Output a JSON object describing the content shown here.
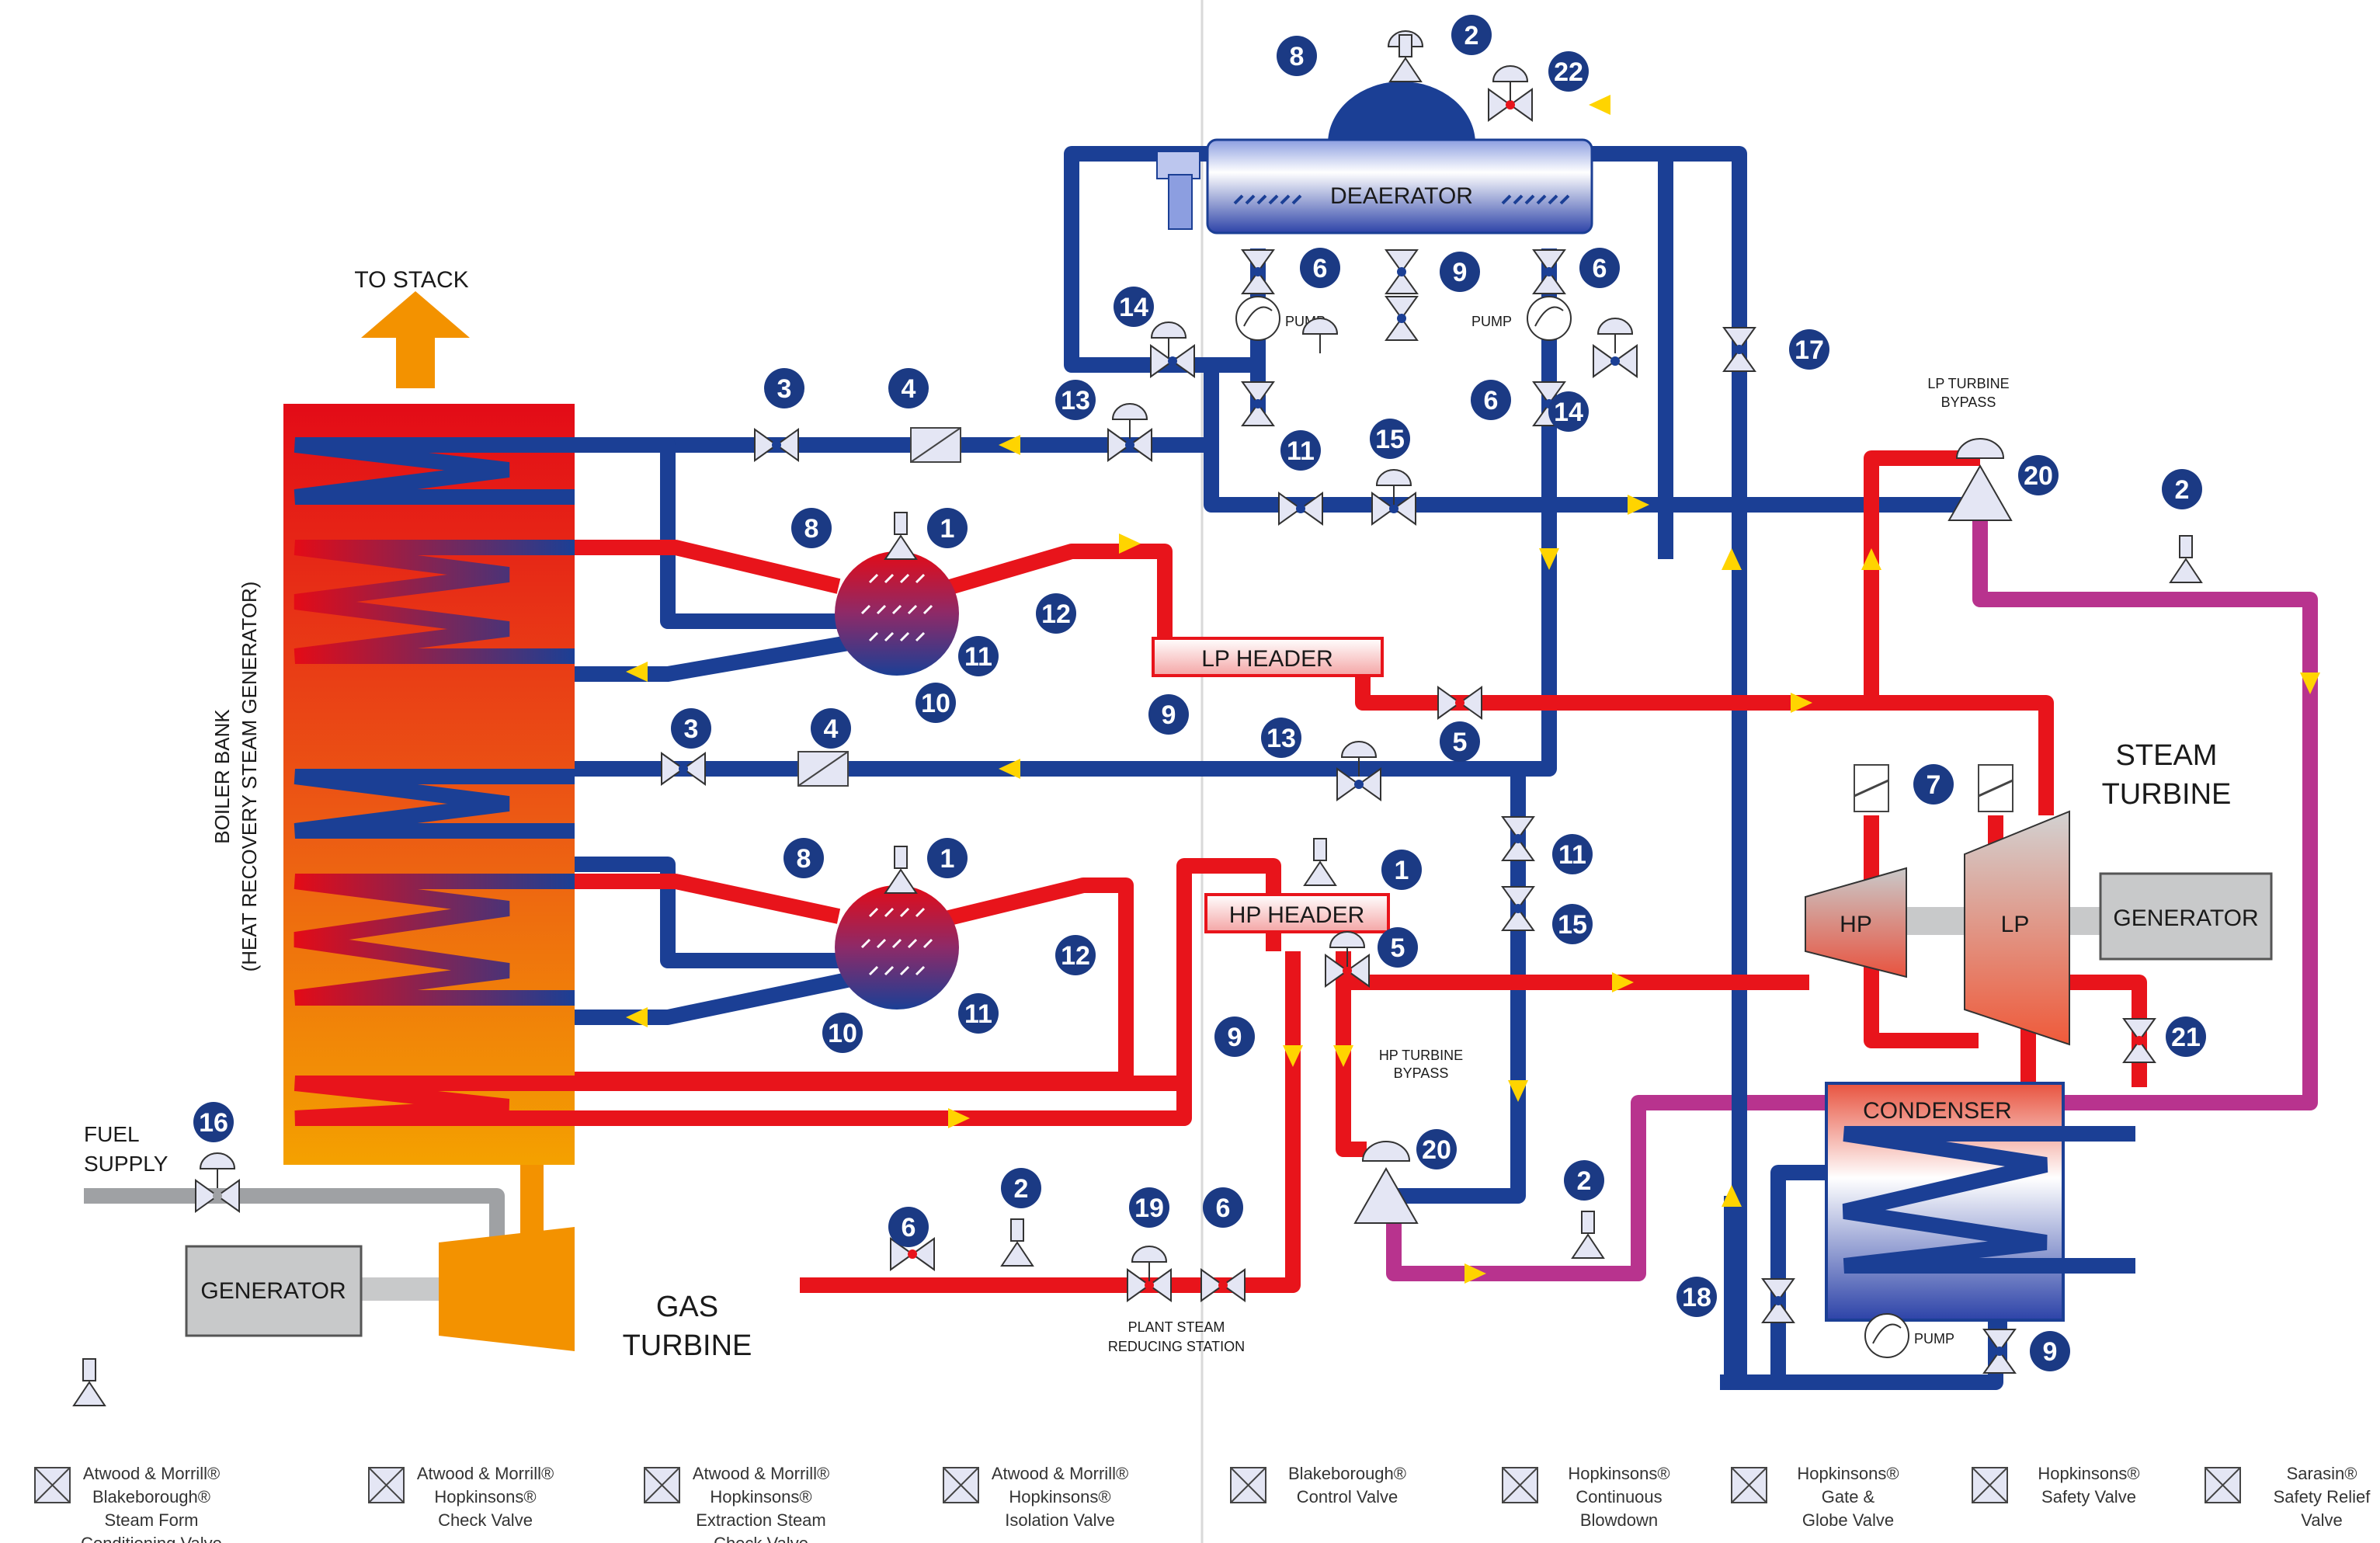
{
  "labels": {
    "to_stack": "TO STACK",
    "boiler_bank_1": "BOILER BANK",
    "boiler_bank_2": "(HEAT RECOVERY STEAM GENERATOR)",
    "fuel_1": "FUEL",
    "fuel_2": "SUPPLY",
    "generator_gas": "GENERATOR",
    "gas_turbine_1": "GAS",
    "gas_turbine_2": "TURBINE",
    "deaerator": "DEAERATOR",
    "lp_header": "LP HEADER",
    "hp_header": "HP HEADER",
    "steam_turbine_1": "STEAM",
    "steam_turbine_2": "TURBINE",
    "hp": "HP",
    "lp": "LP",
    "generator_steam": "GENERATOR",
    "condenser": "CONDENSER",
    "pump": "PUMP",
    "lp_bypass_1": "LP TURBINE",
    "lp_bypass_2": "BYPASS",
    "hp_bypass_1": "HP TURBINE",
    "hp_bypass_2": "BYPASS",
    "plant_steam_1": "PLANT STEAM",
    "plant_steam_2": "REDUCING STATION"
  },
  "badges": [
    "8",
    "2",
    "22",
    "6",
    "9",
    "6",
    "14",
    "14",
    "17",
    "13",
    "6",
    "3",
    "4",
    "11",
    "15",
    "20",
    "2",
    "8",
    "1",
    "12",
    "11",
    "10",
    "9",
    "13",
    "5",
    "3",
    "4",
    "7",
    "8",
    "1",
    "11",
    "15",
    "1",
    "5",
    "12",
    "11",
    "10",
    "9",
    "21",
    "20",
    "2",
    "16",
    "2",
    "19",
    "6",
    "6",
    "18",
    "9"
  ],
  "legend": [
    {
      "lines": [
        "Atwood & Morrill®",
        "Blakeborough®",
        "Steam Form",
        "Conditioning Valve"
      ]
    },
    {
      "lines": [
        "Atwood & Morrill®",
        "Hopkinsons®",
        "Check Valve"
      ]
    },
    {
      "lines": [
        "Atwood & Morrill®",
        "Hopkinsons®",
        "Extraction Steam",
        "Check Valve"
      ]
    },
    {
      "lines": [
        "Atwood & Morrill®",
        "Hopkinsons®",
        "Isolation Valve"
      ]
    },
    {
      "lines": [
        "Blakeborough®",
        "Control Valve"
      ]
    },
    {
      "lines": [
        "Hopkinsons®",
        "Continuous",
        "Blowdown"
      ]
    },
    {
      "lines": [
        "Hopkinsons®",
        "Gate &",
        "Globe Valve"
      ]
    },
    {
      "lines": [
        "Hopkinsons®",
        "Safety Valve"
      ]
    },
    {
      "lines": [
        "Sarasin®",
        "Safety Relief",
        "Valve"
      ]
    }
  ],
  "colors": {
    "water": "#1b3f95",
    "steam": "#e8141b",
    "condensate": "#b8338e",
    "gas": "#9fa1a4",
    "exhaust": "#f39200",
    "badge": "#1b3a84",
    "arrow": "#ffd400"
  }
}
